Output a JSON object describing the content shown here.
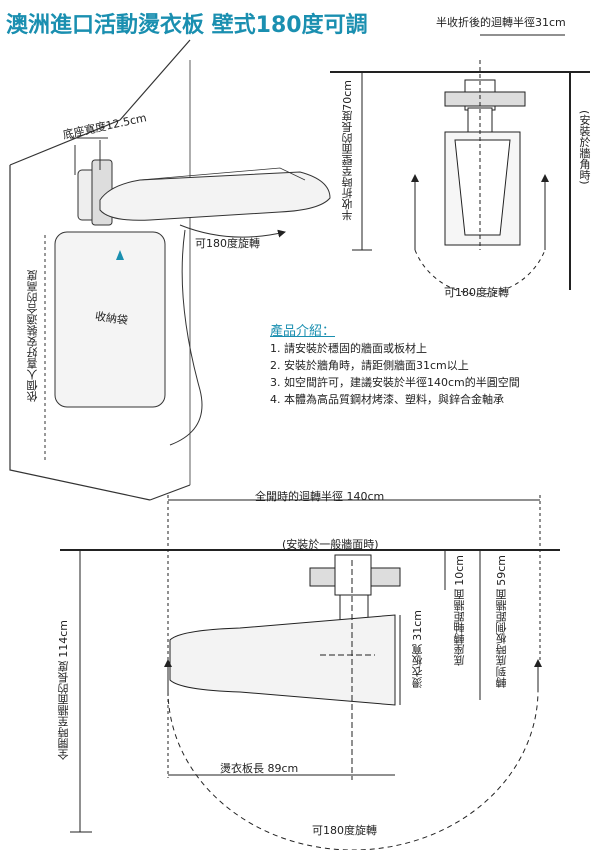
{
  "title": "澳洲進口活動燙衣板  壁式180度可調",
  "labels": {
    "fold_radius": "半收折後的迴轉半徑31cm",
    "base_width": "底座寬度12.5cm",
    "rotate_180_a": "可180度旋轉",
    "rotate_180_b": "可180度旋轉",
    "rotate_180_c": "可180度旋轉",
    "storage_bag": "收納袋",
    "height_note": "依個人喜好安裝適合的高度",
    "half_fold_length": "半收折時至壁面的長度70cm",
    "corner_install": "(安裝於牆角時)",
    "full_open_radius": "全開時的迴轉半徑 140cm",
    "wall_install": "(安裝於一般牆面時)",
    "full_open_length": "全開時至牆面的長度 114cm",
    "board_width": "燙衣板寬 31cm",
    "base_axis": "底座轉軸距牆面 10cm",
    "side_distance": "轉到底時板側距牆面 59cm",
    "board_length": "燙衣板長 89cm"
  },
  "intro": {
    "heading": "產品介紹：",
    "items": [
      "1. 請安裝於穩固的牆面或板材上",
      "2. 安裝於牆角時，請距側牆面31cm以上",
      "3. 如空間許可，建議安裝於半徑140cm的半圓空間",
      "4. 本體為高品質鋼材烤漆、塑料，與鋅合金軸承"
    ]
  },
  "colors": {
    "title": "#1a8fb0",
    "line": "#222222",
    "accent": "#1a8fb0"
  }
}
